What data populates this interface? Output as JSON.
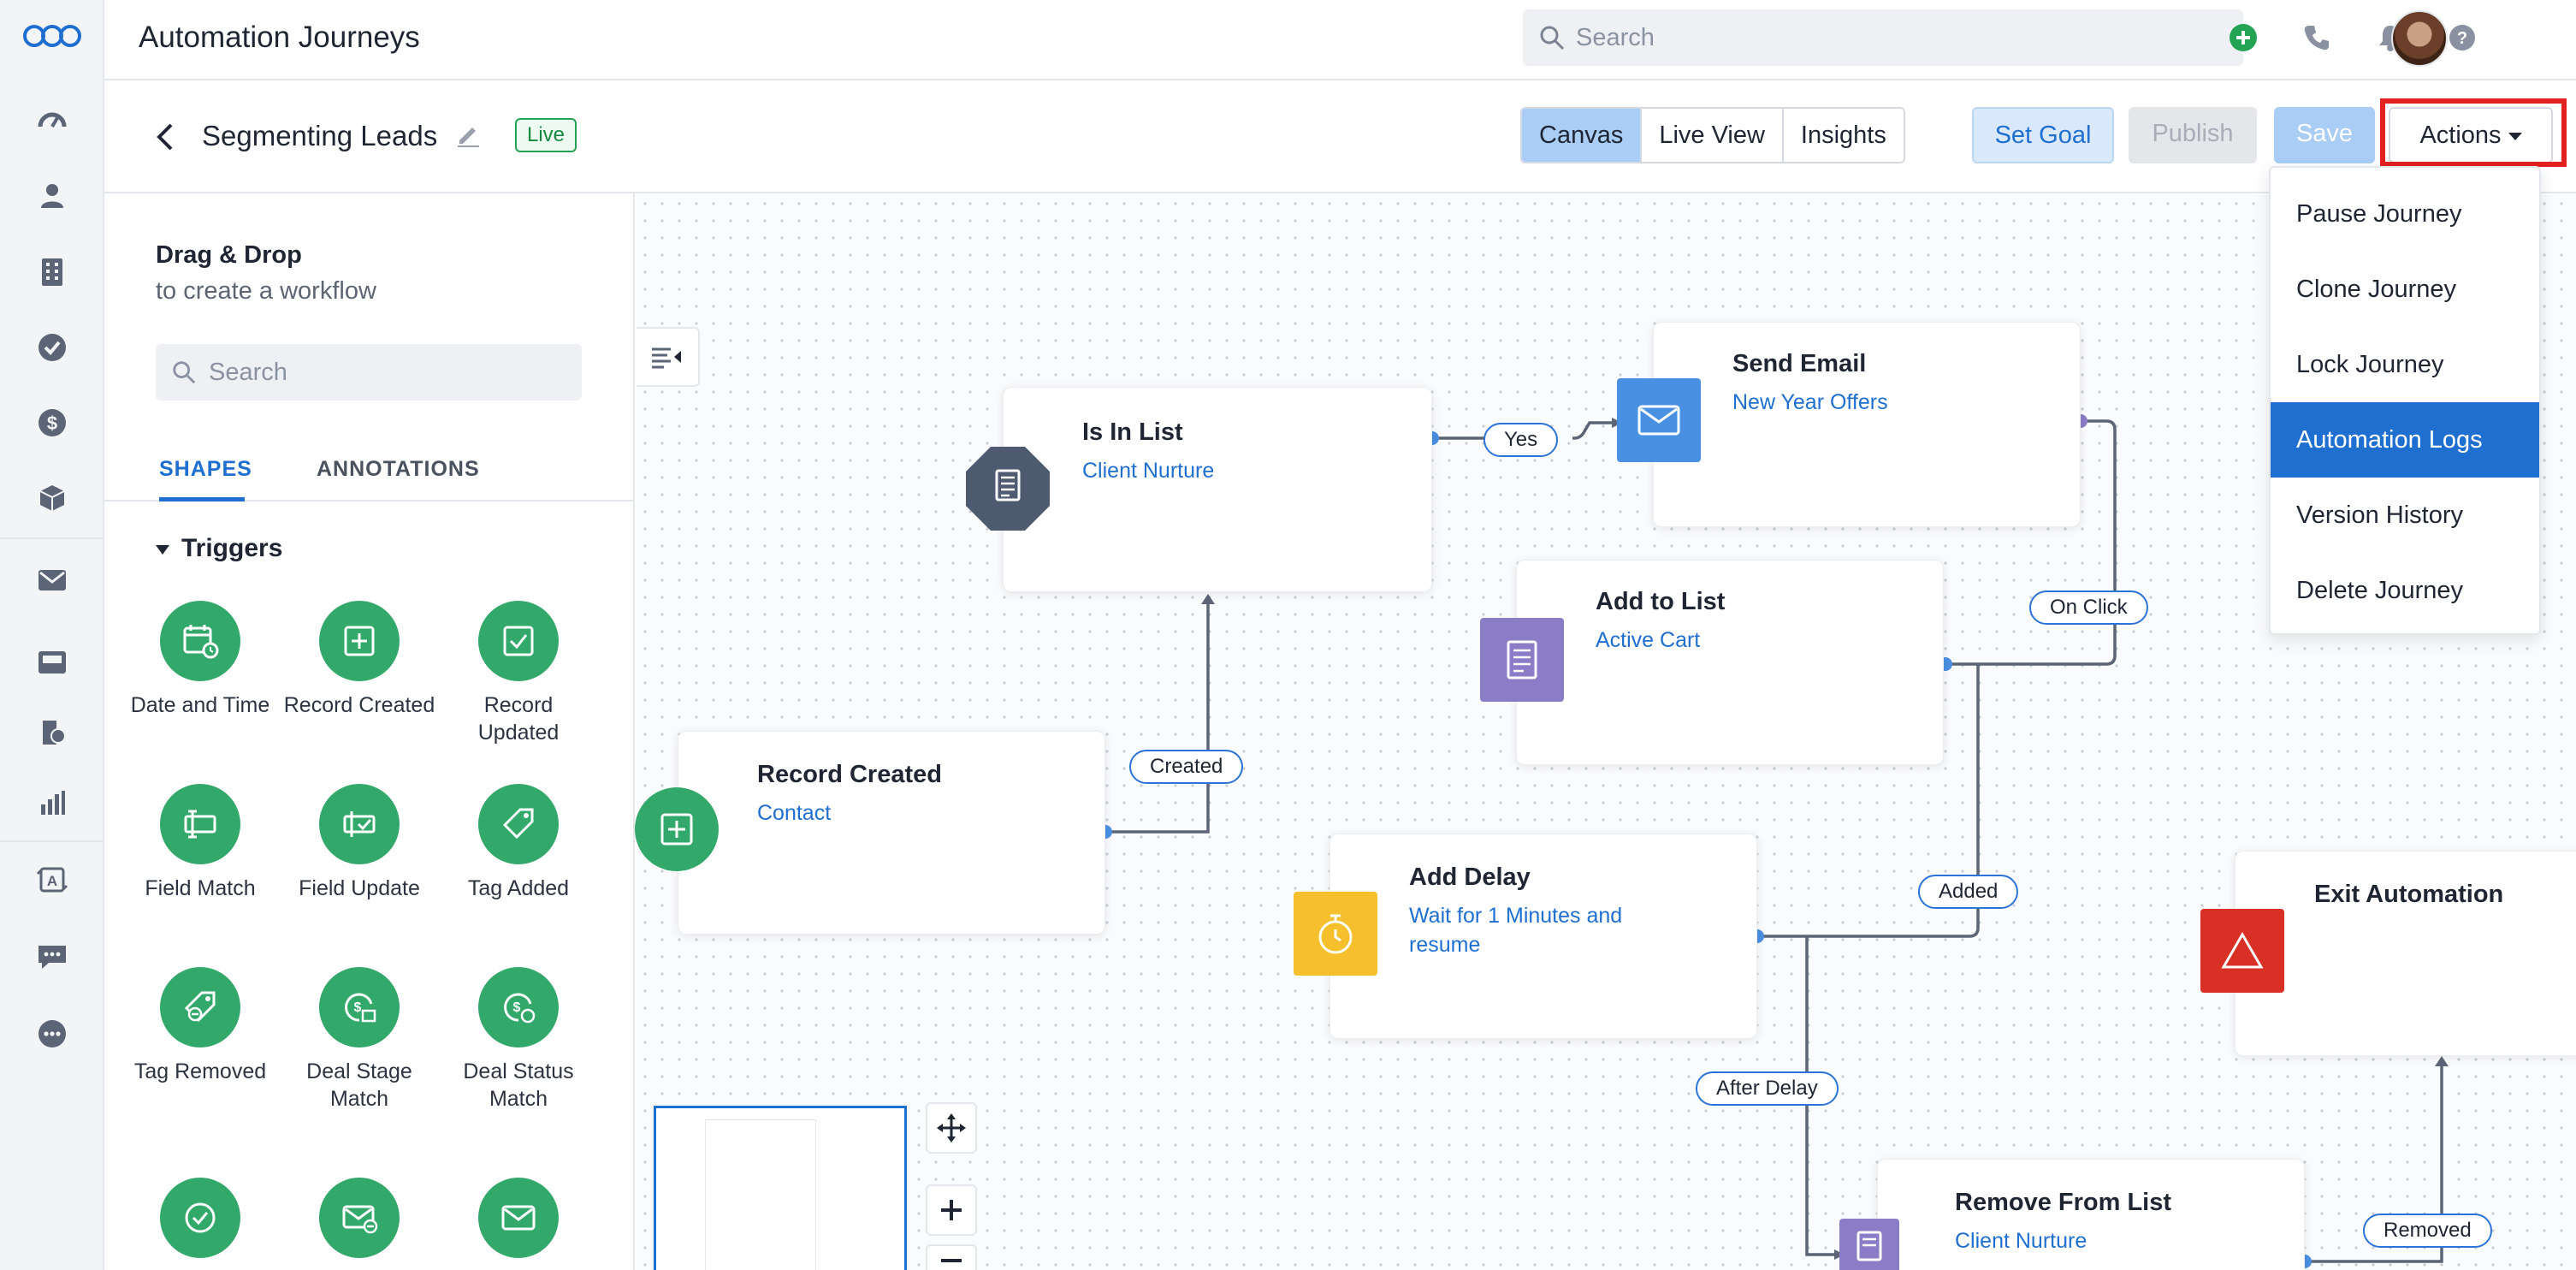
{
  "app": {
    "title": "Automation Journeys"
  },
  "search": {
    "placeholder": "Search"
  },
  "rail": {
    "icons": [
      "logo-icon",
      "dashboard-icon",
      "contacts-icon",
      "accounts-icon",
      "tasks-icon",
      "deals-icon",
      "products-icon",
      "email-icon",
      "inbox-icon",
      "sequences-icon",
      "reports-icon",
      "automation-icon",
      "chat-icon",
      "more-icon"
    ]
  },
  "header": {
    "icons": [
      "add-icon",
      "phone-icon",
      "bell-icon",
      "help-icon"
    ],
    "colors": {
      "add": "#23a455"
    }
  },
  "journey": {
    "name": "Segmenting Leads",
    "status": "Live",
    "views": [
      "Canvas",
      "Live View",
      "Insights"
    ],
    "active_view": "Canvas",
    "set_goal": "Set Goal",
    "publish": "Publish",
    "save": "Save",
    "actions": "Actions"
  },
  "actions_menu": {
    "items": [
      "Pause Journey",
      "Clone Journey",
      "Lock Journey",
      "Automation Logs",
      "Version History",
      "Delete Journey"
    ],
    "active": "Automation Logs"
  },
  "panel": {
    "title": "Drag & Drop",
    "subtitle": "to create a workflow",
    "search_placeholder": "Search",
    "tabs": [
      "SHAPES",
      "ANNOTATIONS"
    ],
    "active_tab": "SHAPES",
    "section": "Triggers",
    "shapes": [
      {
        "label": "Date and Time",
        "icon": "calendar-clock-icon"
      },
      {
        "label": "Record Created",
        "icon": "plus-square-icon"
      },
      {
        "label": "Record Updated",
        "icon": "check-square-icon"
      },
      {
        "label": "Field Match",
        "icon": "field-match-icon"
      },
      {
        "label": "Field Update",
        "icon": "field-update-icon"
      },
      {
        "label": "Tag Added",
        "icon": "tag-icon"
      },
      {
        "label": "Tag Removed",
        "icon": "tag-remove-icon"
      },
      {
        "label": "Deal Stage Match",
        "icon": "deal-stage-icon"
      },
      {
        "label": "Deal Status Match",
        "icon": "deal-status-icon"
      },
      {
        "label": "",
        "icon": "check-circle-icon"
      },
      {
        "label": "",
        "icon": "email-minus-icon"
      },
      {
        "label": "",
        "icon": "email-icon"
      }
    ]
  },
  "canvas": {
    "nodes": {
      "is_in_list": {
        "title": "Is In List",
        "sub": "Client Nurture"
      },
      "send_email": {
        "title": "Send Email",
        "sub": "New Year Offers"
      },
      "add_to_list": {
        "title": "Add to List",
        "sub": "Active Cart"
      },
      "record_created": {
        "title": "Record Created",
        "sub": "Contact"
      },
      "add_delay": {
        "title": "Add Delay",
        "sub": "Wait for 1 Minutes and resume"
      },
      "exit": {
        "title": "Exit Automation",
        "sub": ""
      },
      "remove_from_list": {
        "title": "Remove From List",
        "sub": "Client Nurture"
      }
    },
    "edges": {
      "yes": "Yes",
      "created": "Created",
      "on_click": "On Click",
      "added": "Added",
      "after_delay": "After Delay",
      "removed": "Removed"
    },
    "colors": {
      "is_in_list": "#4d5a70",
      "send_email": "#4a90e2",
      "add_to_list": "#8b7cc8",
      "record_created": "#33a86b",
      "add_delay": "#f5c02b",
      "exit": "#d93025",
      "edge": "#5b6576"
    }
  }
}
